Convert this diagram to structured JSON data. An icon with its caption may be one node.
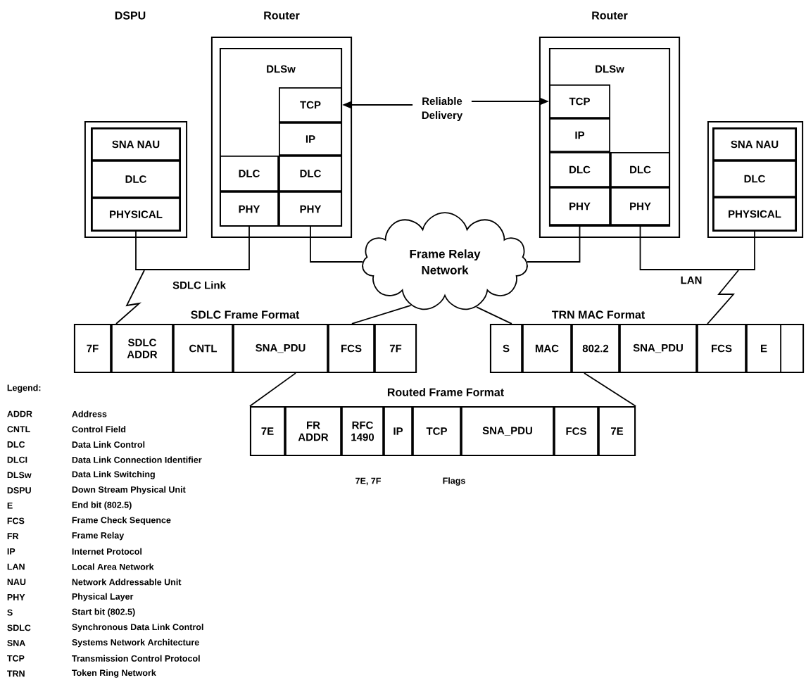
{
  "diagram": {
    "nodes": [
      {
        "text": [],
        "shape": "box"
      },
      {
        "text": [
          "SNA NAU"
        ],
        "in": 0
      },
      {
        "text": [
          "DLC"
        ],
        "in": 0
      },
      {
        "text": [
          "PHYSICAL"
        ],
        "in": 0
      },
      {
        "text": [
          "Router"
        ]
      },
      {
        "text": [
          "DLSw"
        ],
        "in": 4
      },
      {
        "text": [
          "TCP"
        ],
        "in": 5
      },
      {
        "text": [
          "IP"
        ],
        "in": 5
      },
      {
        "text": [
          "DLC"
        ],
        "in": 5
      },
      {
        "text": [
          "DLC"
        ],
        "in": 5
      },
      {
        "text": [
          "PHY"
        ],
        "in": 5
      },
      {
        "text": [
          "PHY"
        ],
        "in": 5
      },
      {
        "text": [
          "Router"
        ]
      },
      {
        "text": [
          "DLSw"
        ],
        "in": 12
      },
      {
        "text": [
          "TCP"
        ],
        "in": 13
      },
      {
        "text": [
          "IP"
        ],
        "in": 13
      },
      {
        "text": [
          "DLC"
        ],
        "in": 13
      },
      {
        "text": [
          "DLC"
        ],
        "in": 13
      },
      {
        "text": [
          "PHY"
        ],
        "in": 13
      },
      {
        "text": [
          "PHY"
        ],
        "in": 13
      },
      {
        "text": [],
        "shape": "box"
      },
      {
        "text": [
          "SNA NAU"
        ],
        "in": 20
      },
      {
        "text": [
          "DLC"
        ],
        "in": 20
      },
      {
        "text": [
          "PHYSICAL"
        ],
        "in": 20
      },
      {
        "text": [
          "Frame Relay Network"
        ]
      },
      {
        "text": [
          "Reliable Delivery"
        ]
      },
      {
        "text": [
          "SDLC Frame Format"
        ]
      },
      {
        "text": [
          "7F"
        ],
        "in": 26
      },
      {
        "text": [
          "SDLC ADDR"
        ],
        "in": 26
      },
      {
        "text": [
          "CNTL"
        ],
        "in": 26
      },
      {
        "text": [
          "SNA_PDU"
        ],
        "in": 26
      },
      {
        "text": [
          "FCS"
        ],
        "in": 26
      },
      {
        "text": [
          "7F"
        ],
        "in": 26
      },
      {
        "text": [
          "TRN MAC Format"
        ]
      },
      {
        "text": [
          "S"
        ],
        "in": 33
      },
      {
        "text": [
          "MAC"
        ],
        "in": 33
      },
      {
        "text": [
          "802.2"
        ],
        "in": 33
      },
      {
        "text": [
          "SNA_PDU"
        ],
        "in": 33
      },
      {
        "text": [
          "FCS"
        ],
        "in": 33
      },
      {
        "text": [
          "E"
        ],
        "in": 33
      },
      {
        "text": [
          "Routed Frame Format"
        ]
      },
      {
        "text": [
          "7E"
        ],
        "in": 40
      },
      {
        "text": [
          "FR ADDR"
        ],
        "in": 40
      },
      {
        "text": [
          "RFC 1490"
        ],
        "in": 40
      },
      {
        "text": [
          "IP"
        ],
        "in": 40
      },
      {
        "text": [
          "TCP"
        ],
        "in": 40
      },
      {
        "text": [
          "SNA_PDU"
        ],
        "in": 40
      },
      {
        "text": [
          "FCS"
        ],
        "in": 40
      },
      {
        "text": [
          "7E"
        ],
        "in": 40
      }
    ],
    "edges": [
      {
        "from": 25,
        "to": 6,
        "arrow": "to"
      },
      {
        "from": 25,
        "to": 14,
        "arrow": "to"
      },
      {
        "from": 3,
        "to": 10,
        "arrow": "none",
        "label": "SDLC Link"
      },
      {
        "from": 11,
        "to": 24,
        "arrow": "none"
      },
      {
        "from": 24,
        "to": 18,
        "arrow": "none"
      },
      {
        "from": 19,
        "to": 23,
        "arrow": "none",
        "label": "LAN"
      },
      {
        "from": 24,
        "to": 26,
        "arrow": "none"
      },
      {
        "from": 24,
        "to": 33,
        "arrow": "none"
      },
      {
        "from": 26,
        "to": 40,
        "arrow": "none"
      },
      {
        "from": 33,
        "to": 40,
        "arrow": "none"
      },
      {
        "from": null,
        "to": 28,
        "arrow": "none"
      },
      {
        "from": null,
        "to": 38,
        "arrow": "none"
      }
    ],
    "labels": [
      "DSPU",
      "7E, 7F",
      "Flags",
      "Legend:",
      "ADDR",
      "Address",
      "CNTL",
      "Control Field",
      "DLC",
      "Data Link Control",
      "DLCI",
      "Data Link Connection Identifier",
      "DLSw",
      "Data Link Switching",
      "DSPU",
      "Down Stream Physical Unit",
      "E",
      "End bit (802.5)",
      "FCS",
      "Frame Check Sequence",
      "FR",
      "Frame Relay",
      "IP",
      "Internet Protocol",
      "LAN",
      "Local Area Network",
      "NAU",
      "Network Addressable Unit",
      "PHY",
      "Physical Layer",
      "S",
      "Start bit (802.5)",
      "SDLC",
      "Synchronous Data Link Control",
      "SNA",
      "Systems Network Architecture",
      "TCP",
      "Transmission Control Protocol",
      "TRN",
      "Token Ring Network"
    ]
  }
}
